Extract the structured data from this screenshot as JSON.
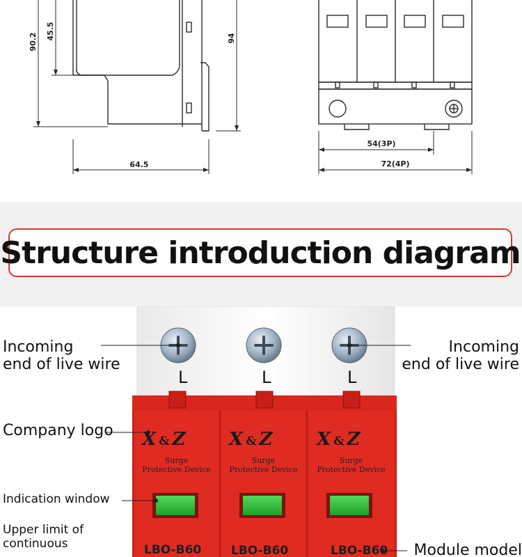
{
  "dimensions": {
    "d_90_2": "90.2",
    "d_45_5": "45.5",
    "d_94": "94",
    "d_64_5": "64.5",
    "d_54": "54(3P)",
    "d_72": "72(4P)"
  },
  "title": "Structure introduction diagram",
  "labels": {
    "incoming_left_1": "Incoming",
    "incoming_left_2": "end of live wire",
    "incoming_right_1": "Incoming",
    "incoming_right_2": "end of live wire",
    "company_logo": "Company logo",
    "indication_window": "Indication window",
    "upper_limit_1": "Upper limit of",
    "upper_limit_2": "continuous",
    "module_model": "Module model"
  },
  "modules": [
    {
      "terminal": "L",
      "brand": "X&Z",
      "brand_left": "X",
      "brand_amp": "&",
      "brand_right": "Z",
      "line1": "Surge",
      "line2": "Protective Device",
      "model": "LBO-B60"
    },
    {
      "terminal": "L",
      "brand": "X&Z",
      "brand_left": "X",
      "brand_amp": "&",
      "brand_right": "Z",
      "line1": "Surge",
      "line2": "Protective Device",
      "model": "LBO-B60"
    },
    {
      "terminal": "L",
      "brand": "X&Z",
      "brand_left": "X",
      "brand_amp": "&",
      "brand_right": "Z",
      "line1": "Surge",
      "line2": "Protective Device",
      "model": "LBO-B60"
    }
  ],
  "colors": {
    "module_red": "#e02b22",
    "title_border": "#d8352b",
    "indicator_green": "#2ec53a"
  }
}
